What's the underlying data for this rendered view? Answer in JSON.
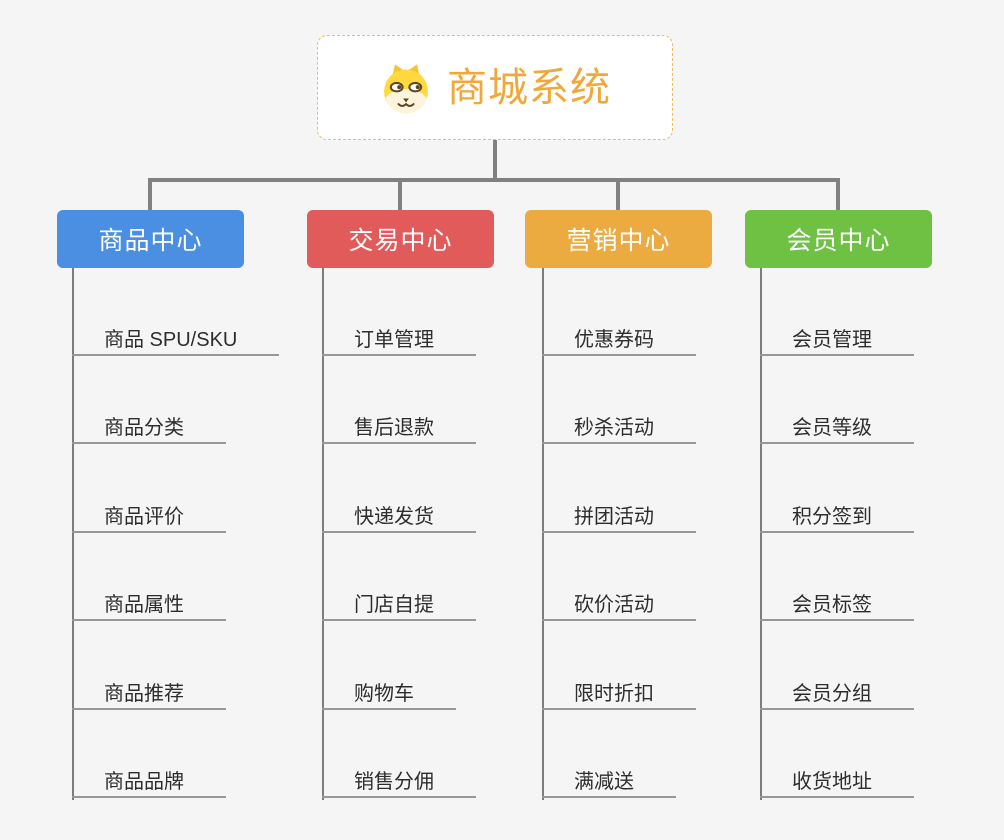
{
  "root": {
    "title": "商城系统",
    "icon": "shiba-dog-icon",
    "accent_color": "#f0a83a",
    "border_color": "#f2b95e"
  },
  "colors": {
    "background": "#f5f5f6",
    "connector": "#818181",
    "leaf_underline": "#979797",
    "leaf_text": "#2d2d2d"
  },
  "branches": [
    {
      "label": "商品中心",
      "color": "#4a8fe2",
      "children": [
        "商品 SPU/SKU",
        "商品分类",
        "商品评价",
        "商品属性",
        "商品推荐",
        "商品品牌"
      ]
    },
    {
      "label": "交易中心",
      "color": "#e25b5b",
      "children": [
        "订单管理",
        "售后退款",
        "快递发货",
        "门店自提",
        "购物车",
        "销售分佣"
      ]
    },
    {
      "label": "营销中心",
      "color": "#ecab41",
      "children": [
        "优惠券码",
        "秒杀活动",
        "拼团活动",
        "砍价活动",
        "限时折扣",
        "满减送"
      ]
    },
    {
      "label": "会员中心",
      "color": "#6ec143",
      "children": [
        "会员管理",
        "会员等级",
        "积分签到",
        "会员标签",
        "会员分组",
        "收货地址"
      ]
    }
  ]
}
